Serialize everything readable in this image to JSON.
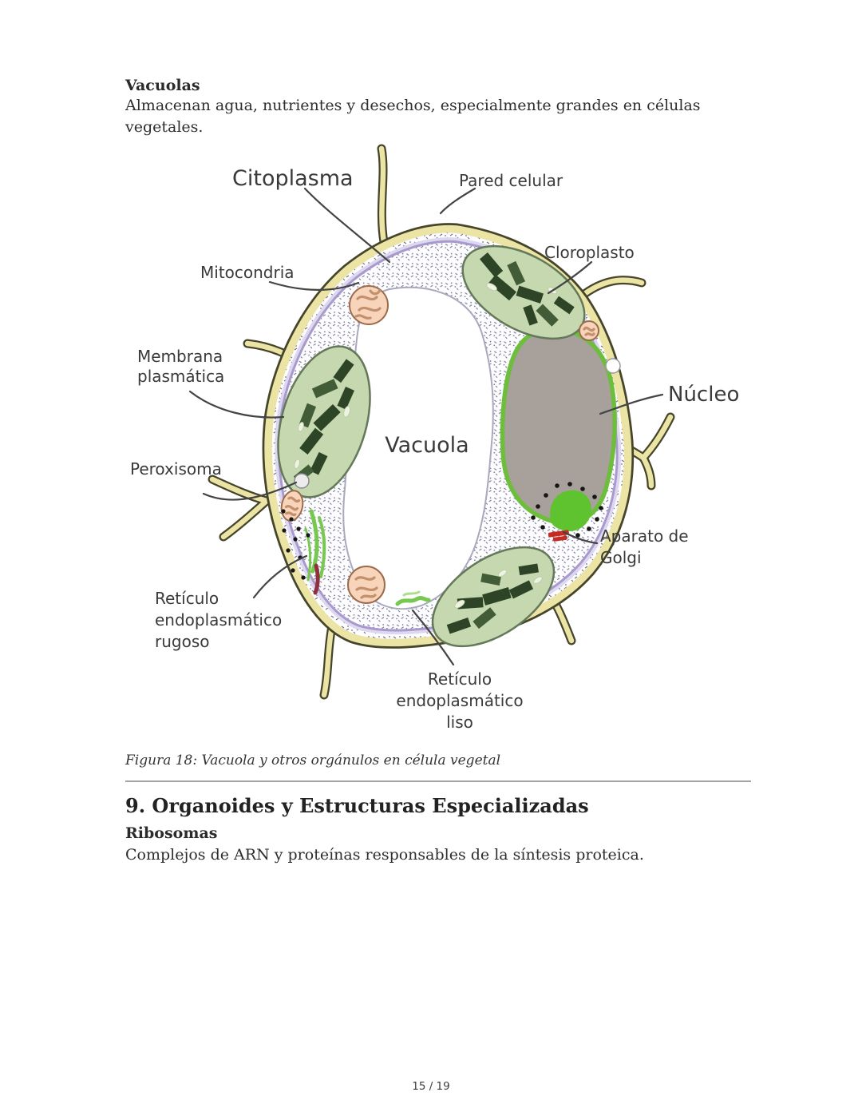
{
  "page": {
    "footer": "15 / 19"
  },
  "sections": {
    "vacuolas": {
      "heading": "Vacuolas",
      "body": "Almacenan agua, nutrientes y desechos, especialmente grandes en células vegetales."
    },
    "organoides": {
      "heading": "9. Organoides y Estructuras Especializadas",
      "subheading": "Ribosomas",
      "body": "Complejos de ARN y proteínas responsables de la síntesis proteica."
    }
  },
  "figure": {
    "caption": "Figura 18: Vacuola y otros orgánulos en célula vegetal",
    "labels": {
      "citoplasma": "Citoplasma",
      "pared_celular": "Pared celular",
      "mitocondria": "Mitocondria",
      "cloroplasto": "Cloroplasto",
      "membrana": [
        "Membrana",
        "plasmática"
      ],
      "nucleo": "Núcleo",
      "vacuola": "Vacuola",
      "peroxisoma": "Peroxisoma",
      "aparato_golgi": [
        "Aparato de",
        "Golgi"
      ],
      "re_rugoso": [
        "Retículo",
        "endoplasmático",
        "rugoso"
      ],
      "re_liso": [
        "Retículo",
        "endoplasmático",
        "liso"
      ]
    },
    "colors": {
      "cell_wall": "#ebe4a4",
      "wall_outline": "#45452b",
      "membrane": "#a99ace",
      "chloroplast": "#c5d8af",
      "grana": "#2e4426",
      "mitochondria": "#f7d4ba",
      "nucleus": "#a7a09b",
      "nucleus_rim": "#6cbe3b",
      "golgi": "#5ec32e",
      "golgi_red": "#c62b22",
      "re_green": "#76c94e",
      "label_color": "#3a3a3a"
    }
  }
}
